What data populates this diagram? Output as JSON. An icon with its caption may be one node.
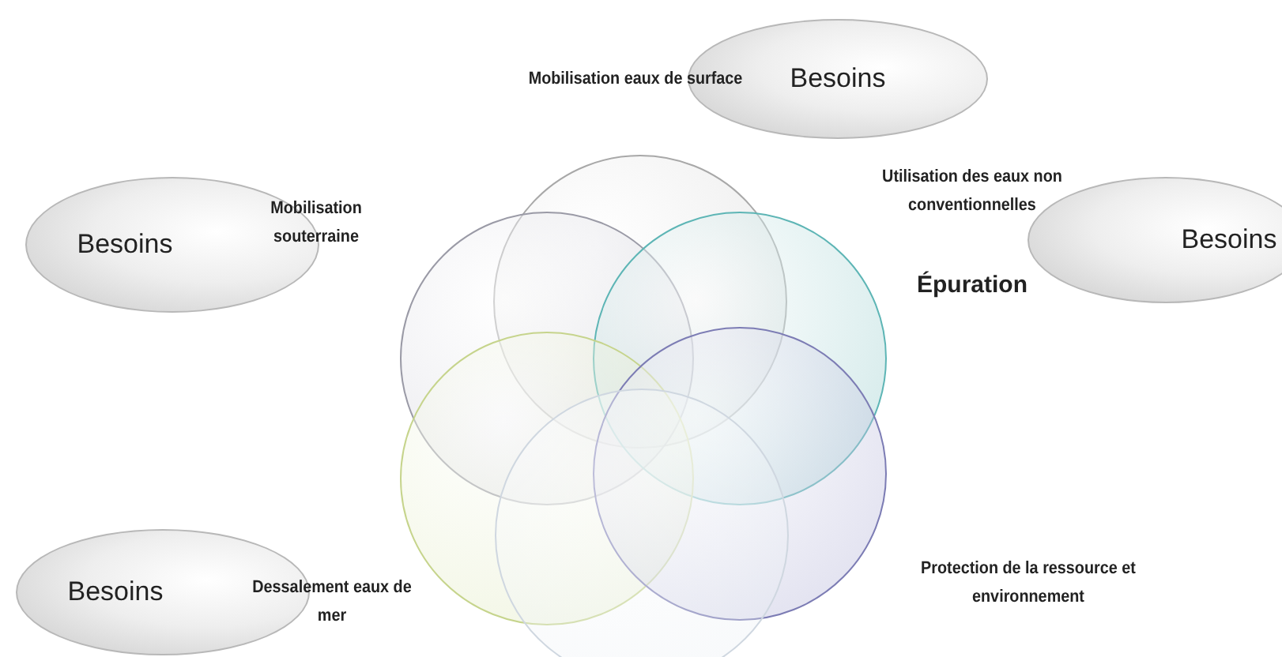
{
  "diagram": {
    "nodes": [
      {
        "text": [
          "Besoins"
        ]
      },
      {
        "text": [
          "Besoins"
        ]
      },
      {
        "text": [
          "Besoins"
        ]
      },
      {
        "text": [
          "Besoins"
        ]
      },
      {
        "text": [],
        "shape": "circle"
      },
      {
        "text": [],
        "shape": "circle"
      },
      {
        "text": [],
        "shape": "circle"
      },
      {
        "text": [],
        "shape": "circle"
      },
      {
        "text": [],
        "shape": "circle"
      },
      {
        "text": [],
        "shape": "circle"
      }
    ],
    "labels": [
      "Mobilisation eaux de surface",
      "Mobilisation souterraine",
      "Utilisation des eaux non conventionnelles",
      "Épuration",
      "Dessalement eaux de mer",
      "Protection de la ressource et environnement"
    ]
  }
}
